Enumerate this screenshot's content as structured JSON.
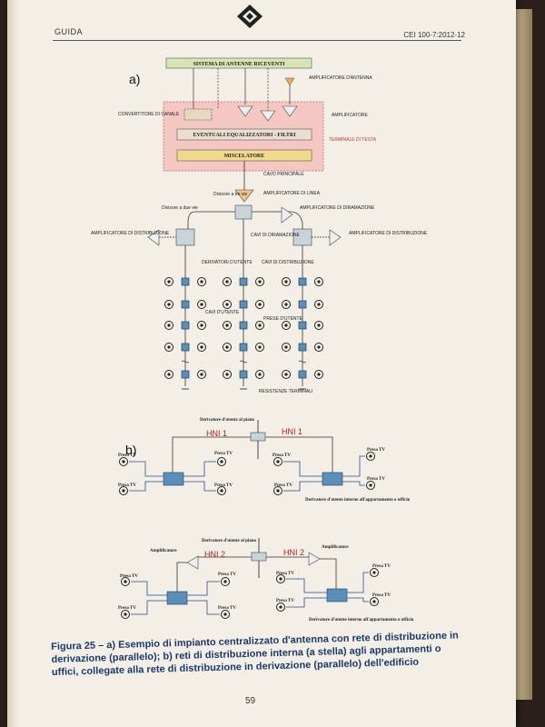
{
  "header": {
    "section": "GUIDA",
    "standard": "CEI 100-7:2012-12"
  },
  "part_a": {
    "label": "a)",
    "antenna_system": "SISTEMA DI ANTENNE RICEVENTI",
    "antenna_amp": "AMPLIFICATORE D'ANTENNA",
    "channel_converter": "CONVERTITORE DI CANALE",
    "amplifier": "AMPLIFICATORE",
    "equalizers": "EVENTUALI EQUALIZZATORI - FILTRI",
    "head_terminal": "TERMINALE DI TESTA",
    "mixer": "MISCELATORE",
    "main_cable": "CAVO PRINCIPALE",
    "line_amp": "AMPLIFICATORE DI LINEA",
    "three_way_divider": "Divisore a tre vie",
    "two_way_divider": "Divisore a due vie",
    "branch_amp": "AMPLIFICATORE DI DIRAMAZIONE",
    "distribution_amp": "AMPLIFICATORE DI DISTRIBUZIONE",
    "branch_cables": "CAVI DI DIRAMAZIONE",
    "user_taps": "DERIVATORI D'UTENTE",
    "distribution_cables": "CAVI DI DISTRIBUZIONE",
    "user_cables": "CAVI D'UTENTE",
    "user_outlets": "PRESE D'UTENTE",
    "terminal_resistors": "RESISTENZE TERMINALI"
  },
  "part_b": {
    "label": "b)",
    "floor_tap": "Derivatore d'utente al piano",
    "hni1": "HNI 1",
    "hni2": "HNI 2",
    "tv_outlet": "Presa TV",
    "internal_tap": "Derivatore d'utente interno all'appartamento o ufficio",
    "amplifier": "Amplificatore"
  },
  "caption": "Figura 25 – a) Esempio di impianto centralizzato d'antenna con rete di distribuzione in derivazione (parallelo); b) reti di distribuzione interna (a stella) agli appartamenti o uffici, collegate alla rete di distribuzione in derivazione (parallelo) dell'edificio",
  "page_number": "59",
  "colors": {
    "tap_blue": "#5b8fb9",
    "head_pink": "#f4c7c3",
    "box_green": "#d9e4b5",
    "hni_red": "#b51c1c",
    "caption_blue": "#1a3a6b"
  }
}
